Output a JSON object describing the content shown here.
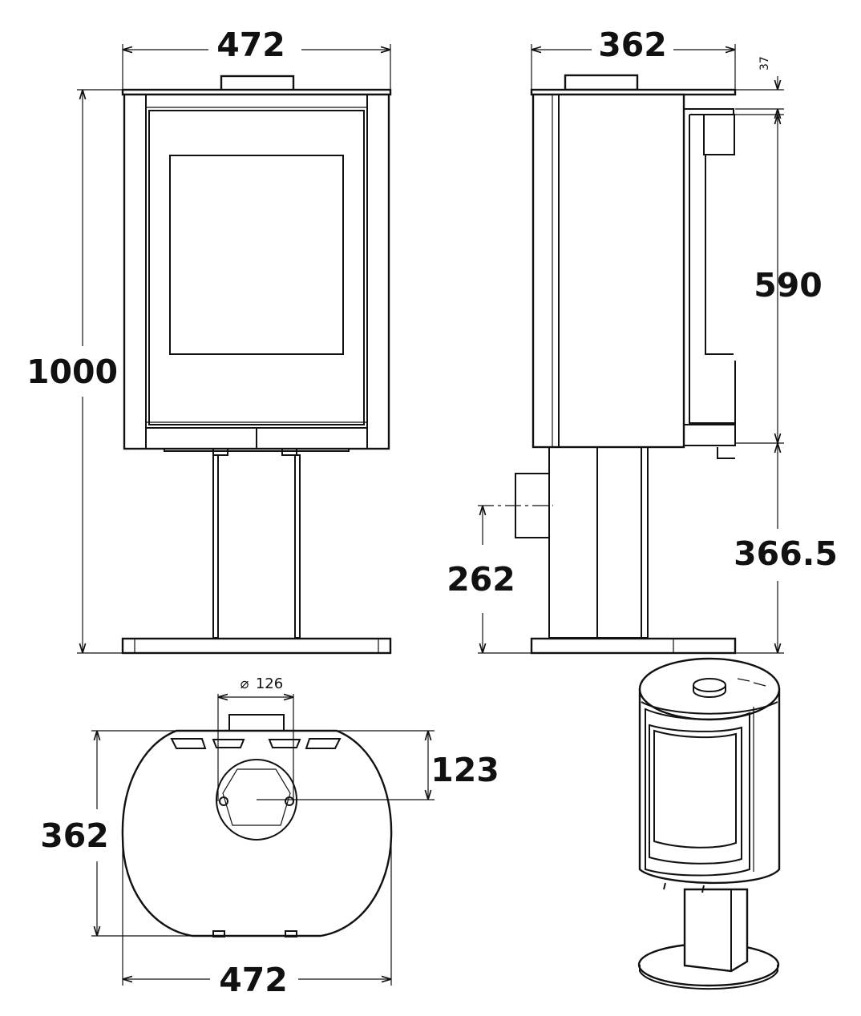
{
  "drawing": {
    "front_view": {
      "width_label": "472",
      "height_label": "1000"
    },
    "side_view": {
      "depth_label": "362",
      "top_label": "37",
      "door_label": "590",
      "base_label": "366.5",
      "outlet_label": "262"
    },
    "top_view": {
      "diameter_symbol": "⌀",
      "diameter_label": "126",
      "offset_label": "123",
      "depth_label": "362",
      "width_label": "472"
    }
  }
}
